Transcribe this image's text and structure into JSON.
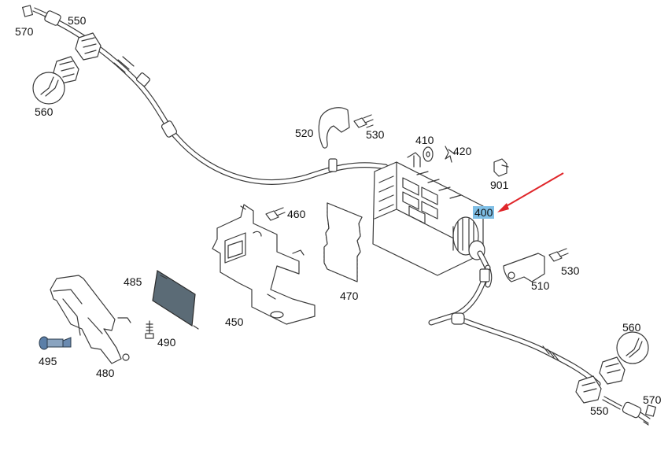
{
  "diagram": {
    "highlighted_part": "400",
    "arrow_color": "#e0262a",
    "highlight_color": "#7fbfe6",
    "pad_color": "#5b6b76",
    "labels": {
      "p570_top": "570",
      "p550_top": "550",
      "p560_top": "560",
      "p520": "520",
      "p530_top": "530",
      "p410": "410",
      "p420": "420",
      "p901": "901",
      "p400": "400",
      "p460": "460",
      "p485": "485",
      "p470": "470",
      "p510": "510",
      "p530_right": "530",
      "p450": "450",
      "p490": "490",
      "p495": "495",
      "p480": "480",
      "p560_bottom": "560",
      "p570_bottom": "570",
      "p550_bottom": "550"
    }
  }
}
